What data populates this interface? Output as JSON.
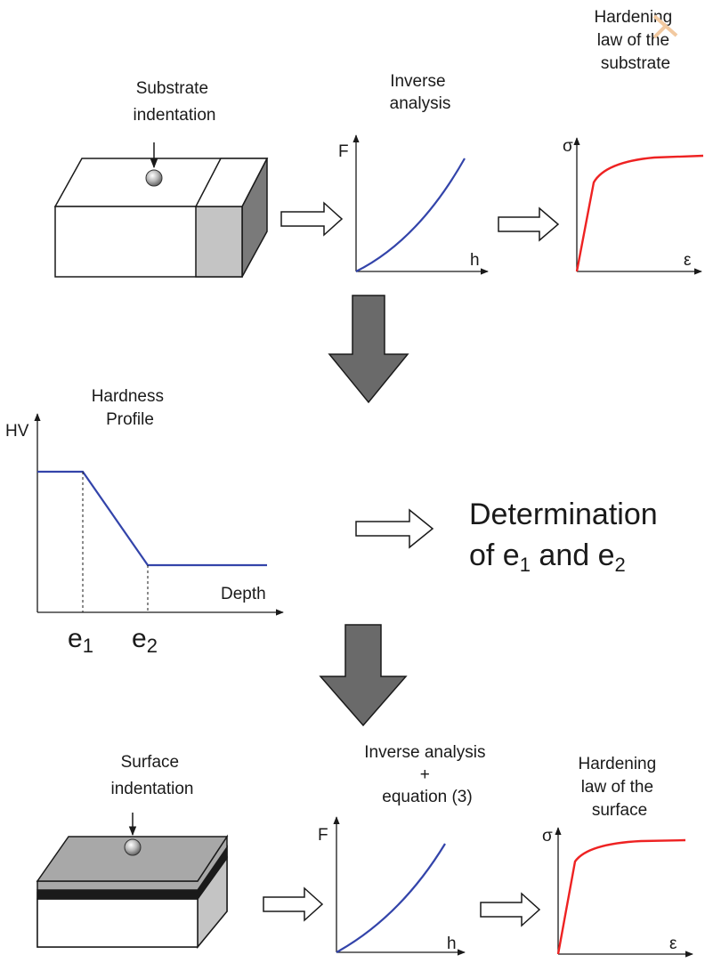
{
  "top": {
    "substrate_indentation": [
      "Substrate",
      "indentation"
    ],
    "inverse_analysis": [
      "Inverse",
      "analysis"
    ],
    "hardening_substrate": [
      "Hardening",
      "law of the",
      "substrate"
    ],
    "axis_f": "F",
    "axis_h": "h",
    "axis_sigma": "σ",
    "axis_eps": "ε"
  },
  "middle": {
    "hardness_profile": [
      "Hardness",
      "Profile"
    ],
    "axis_hv": "HV",
    "axis_depth": "Depth",
    "e1": "e",
    "e1_sub": "1",
    "e2": "e",
    "e2_sub": "2",
    "determination_line1": "Determination",
    "determination_line2_a": "of e",
    "determination_line2_sub1": "1",
    "determination_line2_b": " and e",
    "determination_line2_sub2": "2"
  },
  "bottom": {
    "surface_indentation": [
      "Surface",
      "indentation"
    ],
    "inverse_analysis_eq": [
      "Inverse analysis",
      "+",
      "equation (3)"
    ],
    "hardening_surface": [
      "Hardening",
      "law of the",
      "surface"
    ],
    "axis_f": "F",
    "axis_h": "h",
    "axis_sigma": "σ",
    "axis_eps": "ε"
  },
  "colors": {
    "curve_blue": "#3344aa",
    "curve_red": "#ee2222",
    "big_arrow": "#6a6a6a",
    "block_side": "#7a7a7a",
    "block_band": "#c4c4c4",
    "coating": "#a8a8a8"
  }
}
